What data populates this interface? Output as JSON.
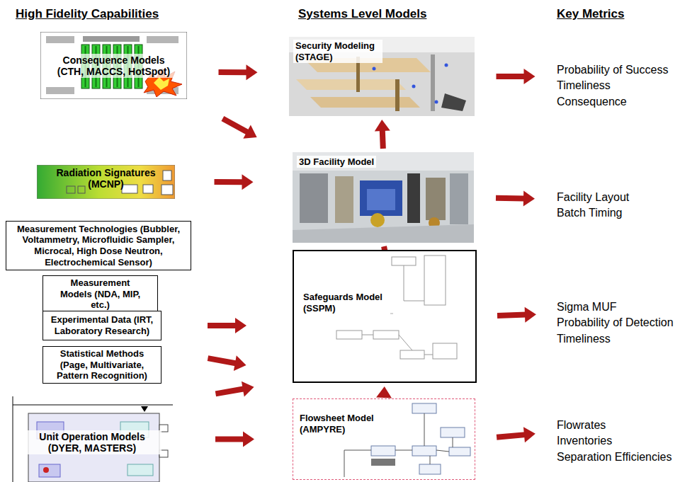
{
  "diagram": {
    "nodes": [
      {
        "text": [
          "Consequence Models (CTH, MACCS, HotSpot)"
        ]
      },
      {
        "text": [
          "Radiation Signatures (MCNP)"
        ]
      },
      {
        "text": [
          "Measurement Technologies (Bubbler, Voltammetry, Microfluidic Sampler, Microcal, High Dose Neutron, Electrochemical Sensor)"
        ]
      },
      {
        "text": [
          "Measurement Models (NDA, MIP, etc.)"
        ]
      },
      {
        "text": [
          "Experimental Data (IRT, Laboratory Research)"
        ]
      },
      {
        "text": [
          "Statistical Methods (Page, Multivariate, Pattern Recognition)"
        ]
      },
      {
        "text": [
          "Unit Operation Models (DYER, MASTERS)"
        ]
      },
      {
        "text": [
          "Security Modeling (STAGE)"
        ]
      },
      {
        "text": [
          "3D Facility Model"
        ]
      },
      {
        "text": [
          "Safeguards Model (SSPM)"
        ]
      },
      {
        "text": [
          "Flowsheet Model (AMPYRE)"
        ]
      },
      {
        "text": [
          "Probability of Success",
          "Timeliness",
          "Consequence"
        ]
      },
      {
        "text": [
          "Facility Layout",
          "Batch Timing"
        ]
      },
      {
        "text": [
          "Sigma MUF",
          "Probability of Detection",
          "Timeliness"
        ]
      },
      {
        "text": [
          "Flowrates",
          "Inventories",
          "Separation Efficiencies"
        ]
      }
    ],
    "edges": [
      {
        "from": 0,
        "to": 7,
        "arrow": "to"
      },
      {
        "from": 0,
        "to": 8,
        "arrow": "to"
      },
      {
        "from": 1,
        "to": 8,
        "arrow": "to"
      },
      {
        "from": 4,
        "to": 9,
        "arrow": "to"
      },
      {
        "from": 5,
        "to": 9,
        "arrow": "to"
      },
      {
        "from": 6,
        "to": 9,
        "arrow": "to"
      },
      {
        "from": 6,
        "to": 10,
        "arrow": "to"
      },
      {
        "from": 10,
        "to": 9,
        "arrow": "to"
      },
      {
        "from": 9,
        "to": 8,
        "arrow": "to"
      },
      {
        "from": 8,
        "to": 7,
        "arrow": "to"
      },
      {
        "from": 7,
        "to": 11,
        "arrow": "to"
      },
      {
        "from": 8,
        "to": 12,
        "arrow": "to"
      },
      {
        "from": 9,
        "to": 13,
        "arrow": "to"
      },
      {
        "from": 10,
        "to": 14,
        "arrow": "to"
      }
    ],
    "labels": [
      "High Fidelity Capabilities",
      "Systems Level Models",
      "Key Metrics"
    ]
  }
}
